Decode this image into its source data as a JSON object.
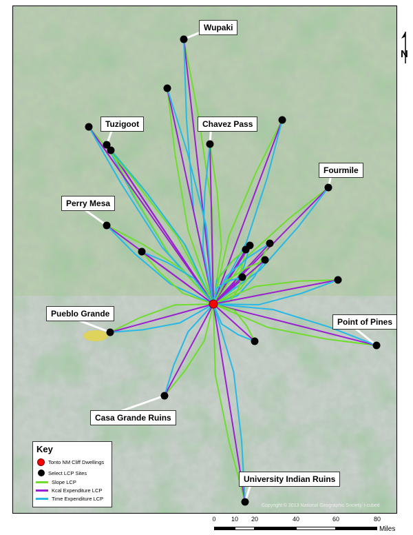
{
  "map": {
    "copyright": "Copyright:© 2013 National Geographic Society, i-cubed",
    "center_site": "Tonto NM Cliff Dwellings",
    "labels": [
      {
        "id": "wupaki",
        "text": "Wupaki"
      },
      {
        "id": "tuzigoot",
        "text": "Tuzigoot"
      },
      {
        "id": "chavez",
        "text": "Chavez Pass"
      },
      {
        "id": "fourmile",
        "text": "Fourmile"
      },
      {
        "id": "perry",
        "text": "Perry Mesa"
      },
      {
        "id": "pueblo",
        "text": "Pueblo Grande"
      },
      {
        "id": "pines",
        "text": "Point of Pines"
      },
      {
        "id": "casa",
        "text": "Casa Grande Ruins"
      },
      {
        "id": "univ",
        "text": "University Indian Ruins"
      }
    ]
  },
  "legend": {
    "title": "Key",
    "items": [
      {
        "label": "Tonto NM Cliff Dwellings",
        "symbol": "red-dot",
        "color": "#ff0000"
      },
      {
        "label": "Select LCP Sites",
        "symbol": "black-dot",
        "color": "#000000"
      },
      {
        "label": "Slope LCP",
        "symbol": "line",
        "color": "#6fdc2e"
      },
      {
        "label": "Kcal Expenditure LCP",
        "symbol": "line",
        "color": "#9a1fd0"
      },
      {
        "label": "Time Expenditure LCP",
        "symbol": "line",
        "color": "#27b8e6"
      }
    ]
  },
  "scale_bar": {
    "ticks": [
      "0",
      "10",
      "20",
      "40",
      "60",
      "80"
    ],
    "unit": "Miles"
  },
  "north_arrow": {
    "label": "N"
  }
}
